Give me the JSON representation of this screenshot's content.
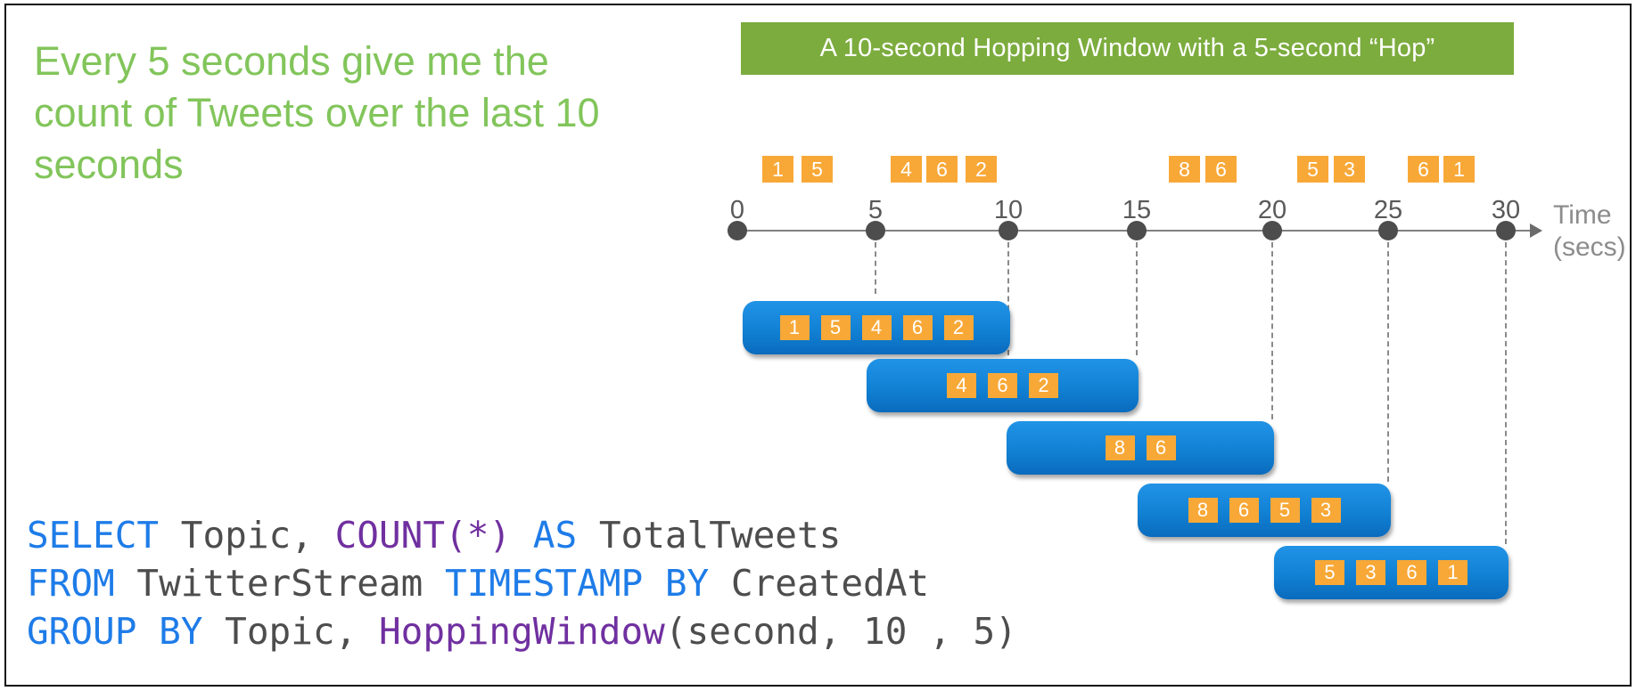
{
  "headline": {
    "lines": [
      "Every 5 seconds give me the",
      "count of Tweets over the last 10",
      "seconds"
    ],
    "color": "#82C55B"
  },
  "banner": {
    "text": "A 10-second Hopping Window with a 5-second “Hop”",
    "background": "#7CAC3E",
    "text_color": "#FFFFFF"
  },
  "timeline": {
    "tick_labels": [
      "0",
      "5",
      "10",
      "15",
      "20",
      "25",
      "30"
    ],
    "axis_label_line1": "Time",
    "axis_label_line2": "(secs)",
    "unit": "seconds"
  },
  "events": [
    {
      "value": "1"
    },
    {
      "value": "5"
    },
    {
      "value": "4"
    },
    {
      "value": "6"
    },
    {
      "value": "2"
    },
    {
      "value": "8"
    },
    {
      "value": "6"
    },
    {
      "value": "5"
    },
    {
      "value": "3"
    },
    {
      "value": "6"
    },
    {
      "value": "1"
    }
  ],
  "windows": [
    {
      "start": 0,
      "end": 10,
      "values": [
        "1",
        "5",
        "4",
        "6",
        "2"
      ]
    },
    {
      "start": 5,
      "end": 15,
      "values": [
        "4",
        "6",
        "2"
      ]
    },
    {
      "start": 10,
      "end": 20,
      "values": [
        "8",
        "6"
      ]
    },
    {
      "start": 15,
      "end": 25,
      "values": [
        "8",
        "6",
        "5",
        "3"
      ]
    },
    {
      "start": 20,
      "end": 30,
      "values": [
        "5",
        "3",
        "6",
        "1"
      ]
    }
  ],
  "sql": {
    "lines": [
      [
        {
          "t": "SELECT",
          "s": "kw"
        },
        {
          "t": " Topic, ",
          "s": "pl"
        },
        {
          "t": "COUNT(*)",
          "s": "fn"
        },
        {
          "t": " ",
          "s": "pl"
        },
        {
          "t": "AS",
          "s": "kw"
        },
        {
          "t": " TotalTweets",
          "s": "pl"
        }
      ],
      [
        {
          "t": "FROM",
          "s": "kw"
        },
        {
          "t": " TwitterStream ",
          "s": "pl"
        },
        {
          "t": "TIMESTAMP BY",
          "s": "kw"
        },
        {
          "t": " CreatedAt",
          "s": "pl"
        }
      ],
      [
        {
          "t": "GROUP BY",
          "s": "kw"
        },
        {
          "t": " Topic, ",
          "s": "pl"
        },
        {
          "t": "HoppingWindow",
          "s": "fn"
        },
        {
          "t": "(second, 10 , 5)",
          "s": "pl"
        }
      ]
    ]
  },
  "colors": {
    "event_orange": "#F8A837",
    "window_blue_top": "#2193E6",
    "window_blue_bottom": "#0A6BBD",
    "axis_gray": "#808080",
    "dot_gray": "#4D4D4D",
    "sql_keyword_blue": "#1E7CE8",
    "sql_function_purple": "#7030A0",
    "sql_text_gray": "#4D4D4D"
  }
}
